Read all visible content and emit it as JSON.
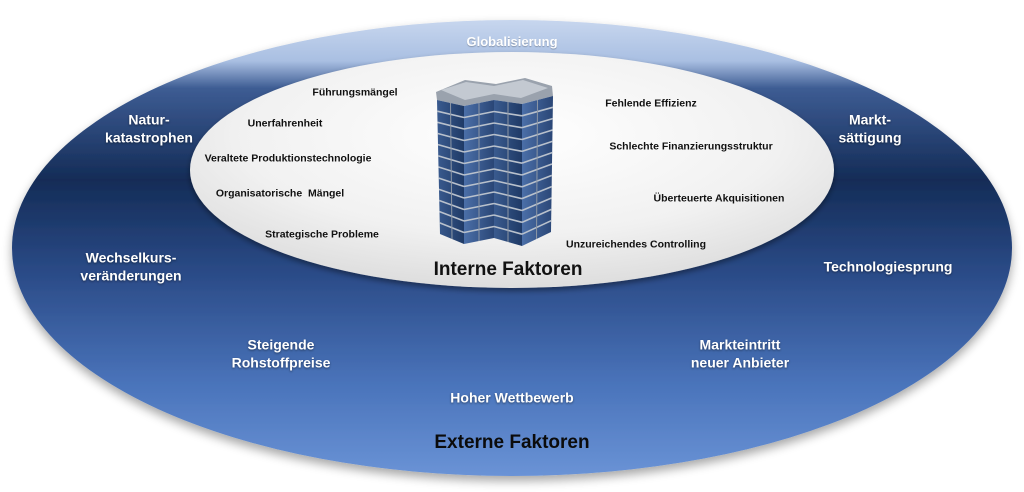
{
  "outer_ring": {
    "top_label": "Globalisierung",
    "title": "Externe Faktoren",
    "items": [
      "Natur-\nkatastrophen",
      "Markt-\nsättigung",
      "Wechselkurs-\nveränderungen",
      "Technologiesprung",
      "Steigende\nRohstoffpreise",
      "Markteintritt\nneuer Anbieter",
      "Hoher Wettbewerb"
    ]
  },
  "inner_core": {
    "title": "Interne Faktoren",
    "items": [
      "Führungsmängel",
      "Unerfahrenheit",
      "Veraltete Produktionstechnologie",
      "Organisatorische  Mängel",
      "Strategische Probleme",
      "Fehlende Effizienz",
      "Schlechte Finanzierungsstruktur",
      "Überteuerte Akquisitionen",
      "Unzureichendes Controlling"
    ]
  },
  "colors": {
    "outer_top": "#b9cbe6",
    "outer_mid": "#1a3566",
    "outer_bottom": "#5b86cc",
    "inner_fill": "#eeeeee",
    "building_glass": "#2c4a78"
  },
  "icon": "office-building-icon"
}
